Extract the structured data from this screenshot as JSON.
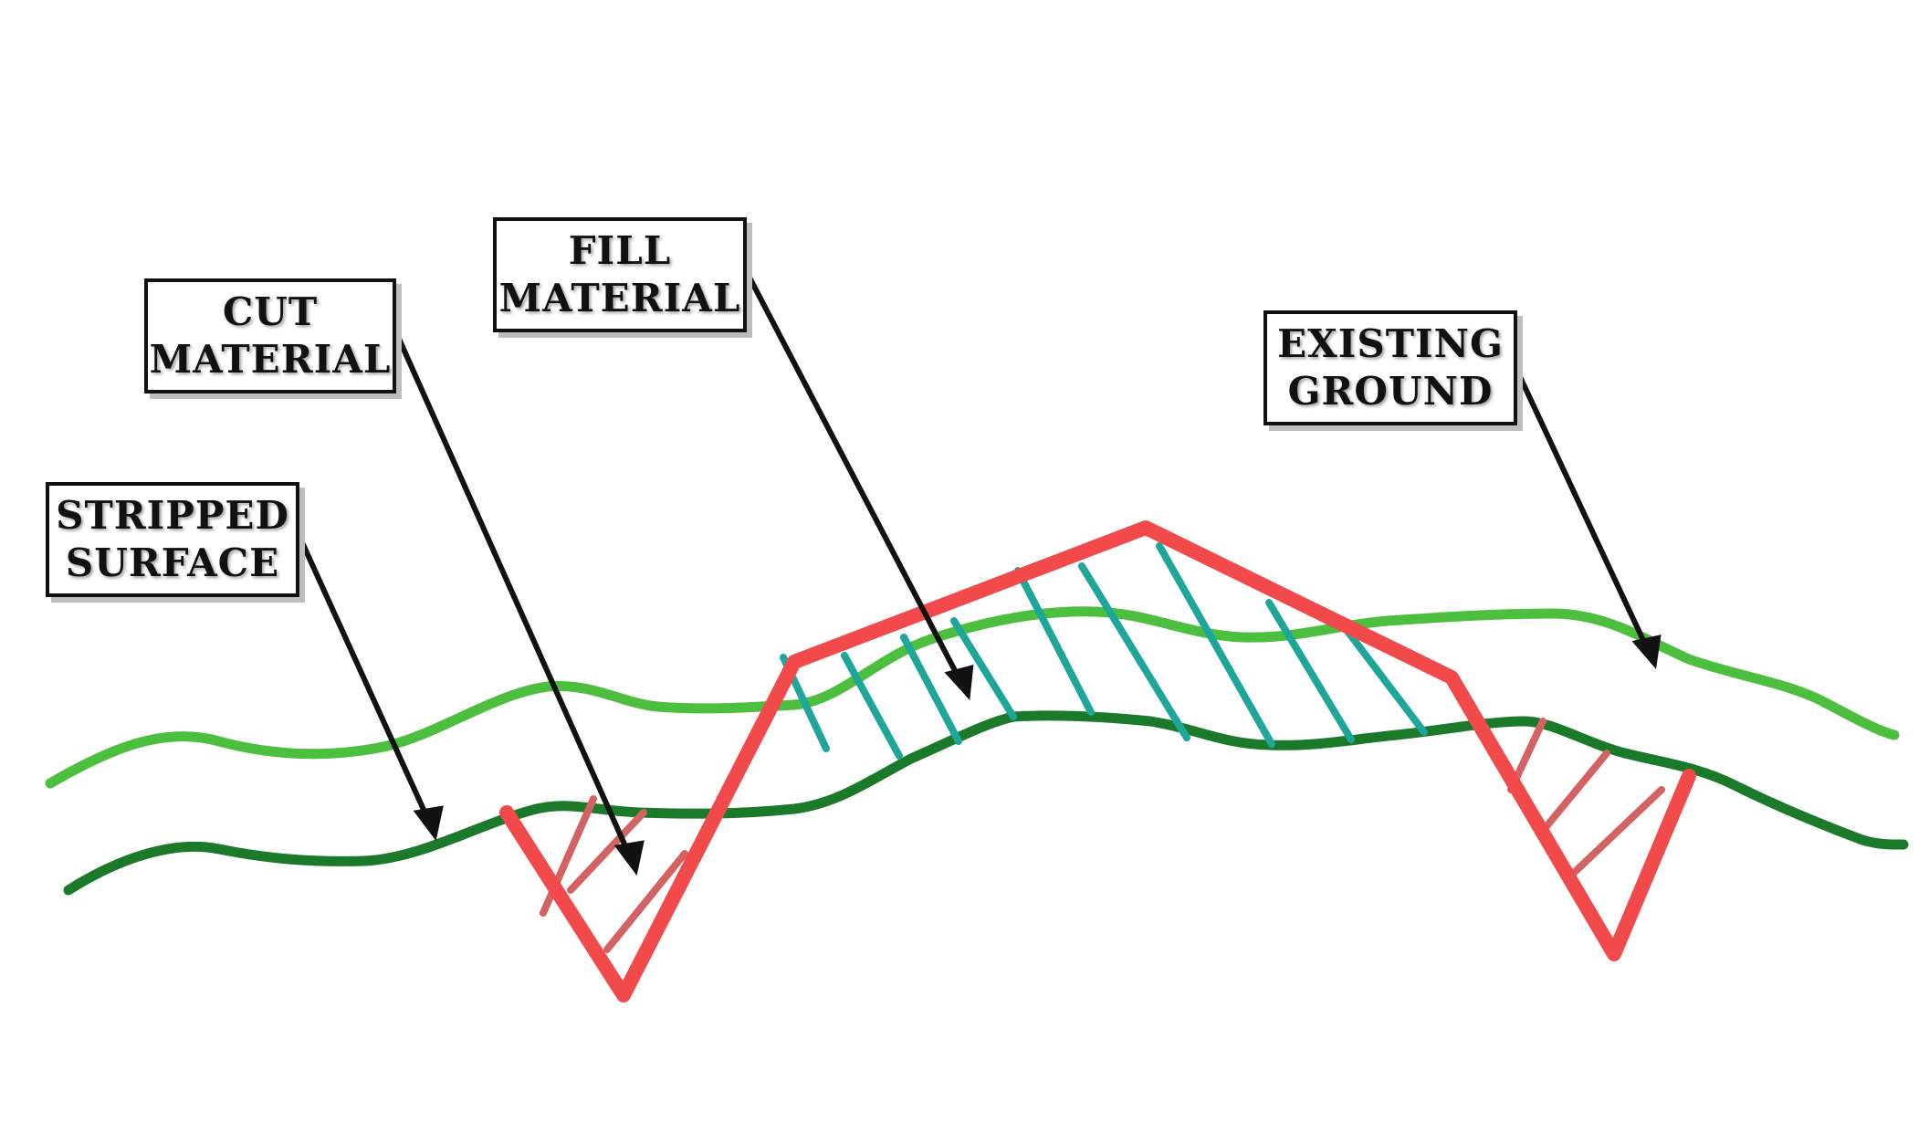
{
  "labels": {
    "stripped_surface": {
      "line1": "STRIPPED",
      "line2": "SURFACE"
    },
    "cut_material": {
      "line1": "CUT",
      "line2": "MATERIAL"
    },
    "fill_material": {
      "line1": "FILL",
      "line2": "MATERIAL"
    },
    "existing_ground": {
      "line1": "EXISTING",
      "line2": "GROUND"
    }
  },
  "colors": {
    "existing_ground": "#4cbf3e",
    "stripped_surface": "#1a7a2a",
    "design_profile": "#f24a4a",
    "fill_hatch": "#1fa69a",
    "cut_hatch": "#d46262",
    "arrow": "#111111"
  }
}
